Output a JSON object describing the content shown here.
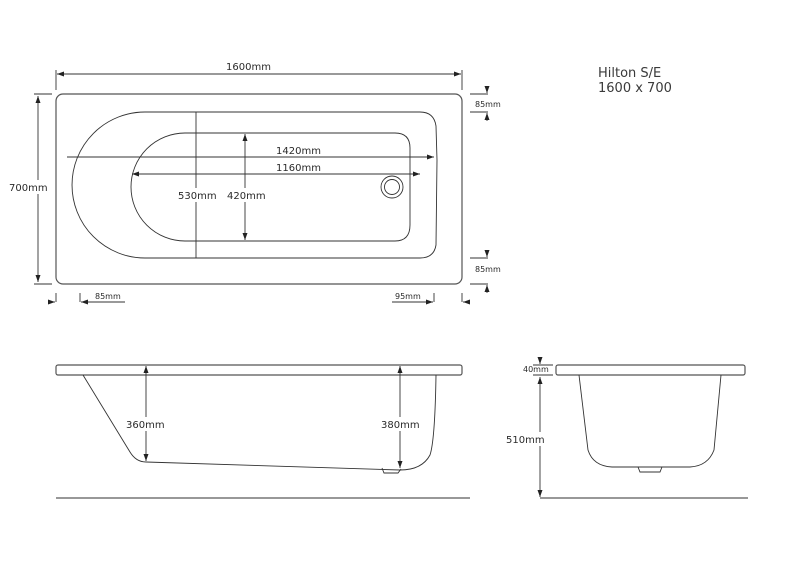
{
  "title": {
    "model": "Hilton S/E",
    "size": "1600 x 700"
  },
  "plan_view": {
    "overall_length": "1600mm",
    "overall_width": "700mm",
    "rim_top": "85mm",
    "rim_bottom": "85mm",
    "rim_left": "85mm",
    "rim_right": "95mm",
    "internal_top_length": "1420mm",
    "internal_base_length": "1160mm",
    "internal_top_width": "530mm",
    "internal_base_width": "420mm"
  },
  "side_view": {
    "depth_head_end": "360mm",
    "depth_waste_end": "380mm"
  },
  "end_view": {
    "rim_thickness": "40mm",
    "overall_height": "510mm"
  },
  "colors": {
    "line": "#555555",
    "text": "#2a2a2a",
    "background": "#ffffff"
  }
}
